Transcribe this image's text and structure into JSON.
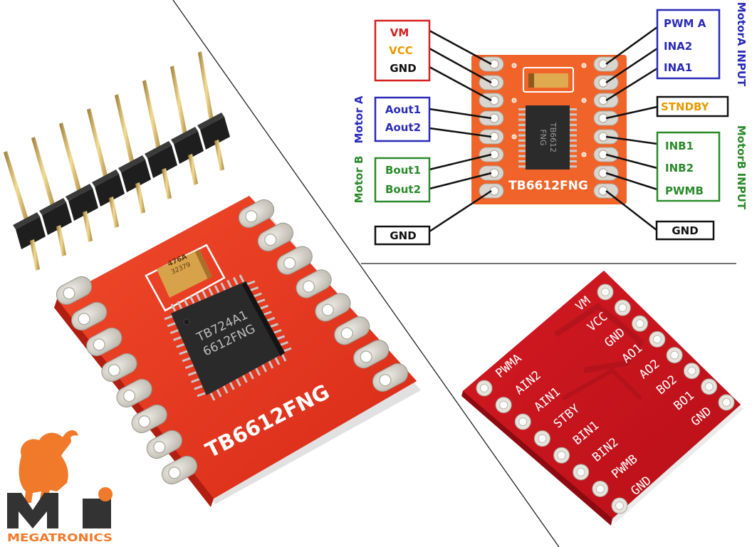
{
  "colors": {
    "board_red": "#e8321e",
    "board_dark_red": "#c4121a",
    "board_orange": "#f0642a",
    "pad_silver": "#d9d6cf",
    "chip_black": "#2a2a2a",
    "label_red": "#d42020",
    "label_orange": "#e89a00",
    "label_blue": "#2a2ab8",
    "label_green": "#2a8a2a",
    "logo_orange": "#f07a2a",
    "logo_dark": "#333333"
  },
  "photo_left": {
    "board_text": "TB6612FNG",
    "chip_text_line1": "TB724A1",
    "chip_text_line2": "6612FNG",
    "capacitor_text_line1": "476A",
    "capacitor_text_line2": "32379"
  },
  "logo": {
    "letters": "Mi",
    "brand": "MEGATRONICS"
  },
  "pinout": {
    "board_text": "TB6612FNG",
    "chip_text_line1": "TB6612",
    "chip_text_line2": "FNG",
    "left_boxes": [
      {
        "lines": [
          "VM",
          "VCC",
          "GND"
        ]
      },
      {
        "lines": [
          "Aout1",
          "Aout2"
        ]
      },
      {
        "lines": [
          "Bout1",
          "Bout2"
        ]
      },
      {
        "lines": [
          "GND"
        ]
      }
    ],
    "right_boxes": [
      {
        "lines": [
          "PWM A",
          "INA2",
          "INA1"
        ]
      },
      {
        "lines": [
          "STNDBY"
        ]
      },
      {
        "lines": [
          "INB1",
          "INB2",
          "PWMB"
        ]
      },
      {
        "lines": [
          "GND"
        ]
      }
    ],
    "side_labels": {
      "motor_a": "Motor A",
      "motor_b": "Motor B",
      "motora_input": "MotorA INPUT",
      "motorb_input": "MotorB INPUT"
    }
  },
  "board_back": {
    "left_pins": [
      "PWMA",
      "AIN2",
      "AIN1",
      "STBY",
      "BIN1",
      "BIN2",
      "PWMB",
      "GND"
    ],
    "right_pins": [
      "VM",
      "VCC",
      "GND",
      "AO1",
      "AO2",
      "BO2",
      "BO1",
      "GND"
    ]
  }
}
